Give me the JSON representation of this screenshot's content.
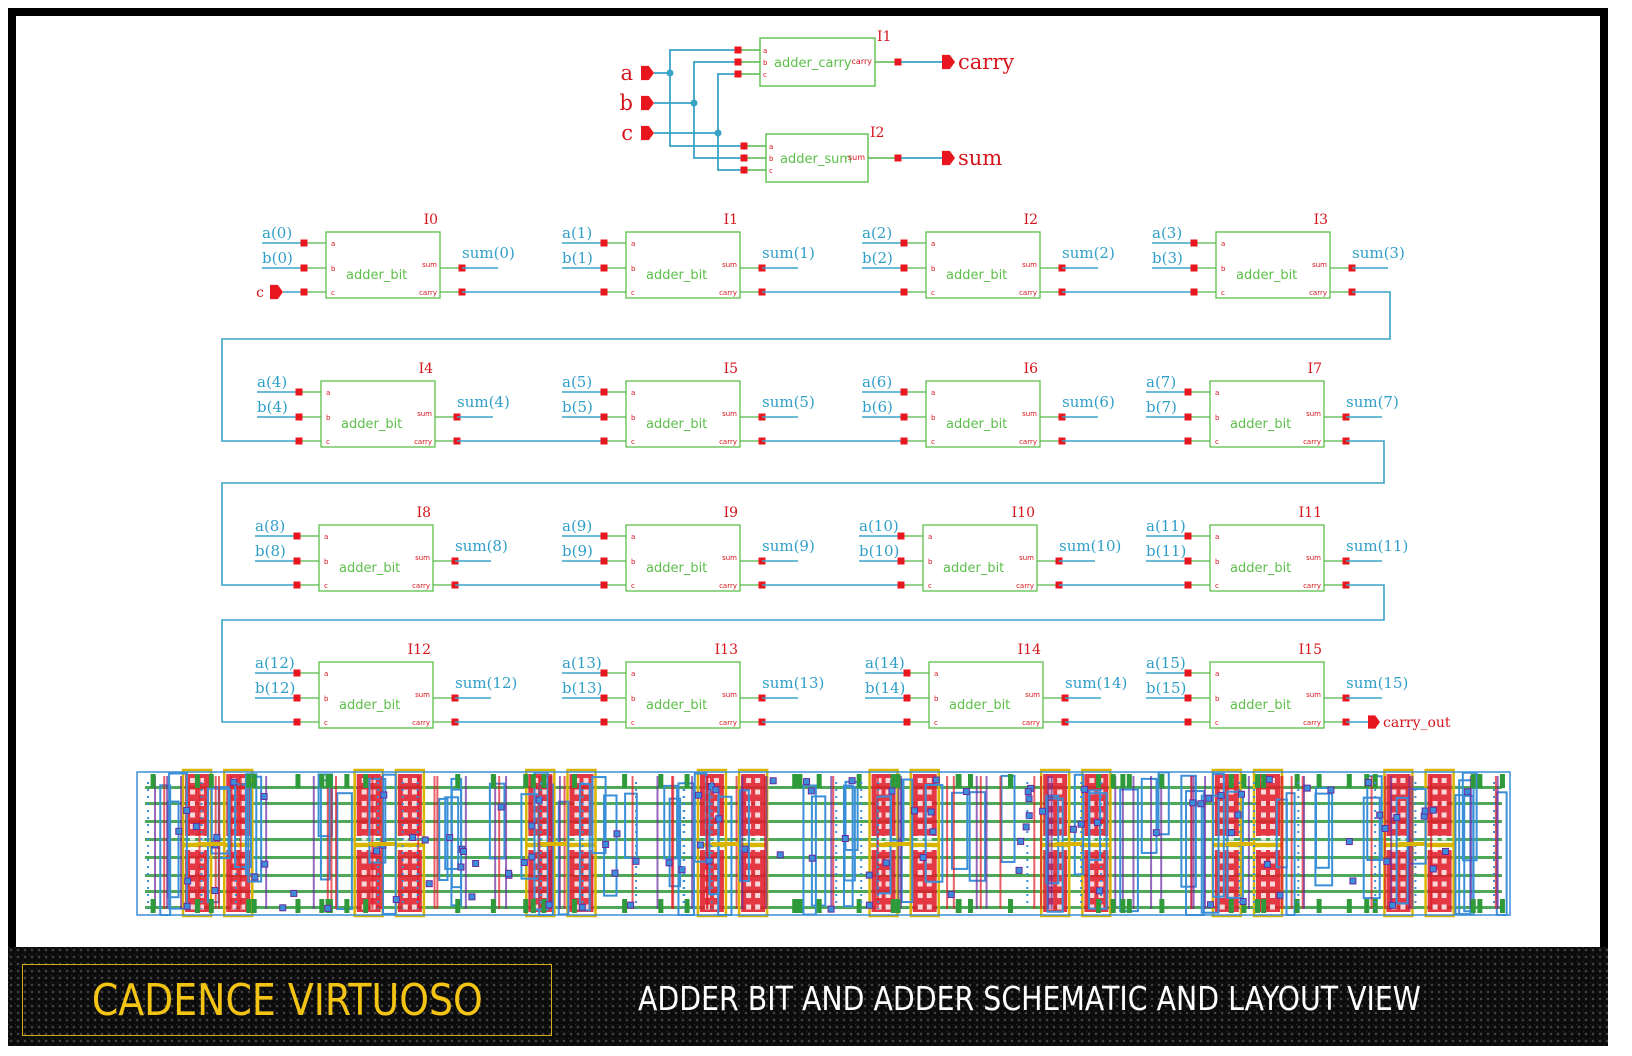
{
  "colors": {
    "wire": "#3aa3c8",
    "pin_wire": "#55b84a",
    "box": "#5cbf4a",
    "pin_marker": "#e8161e",
    "instance_label": "#d6141c",
    "net_label": "#2f9fc9",
    "port": "#e8161e",
    "banner_gold": "#f4c414",
    "banner_text": "#ffffff"
  },
  "top_schematic": {
    "inputs": [
      "a",
      "b",
      "c"
    ],
    "outputs": [
      "carry",
      "sum"
    ],
    "instances": [
      {
        "name": "I1",
        "cell": "adder_carry",
        "pins_in": [
          "a",
          "b",
          "c"
        ],
        "pin_out": "carry"
      },
      {
        "name": "I2",
        "cell": "adder_sum",
        "pins_in": [
          "a",
          "b",
          "c"
        ],
        "pin_out": "sum"
      }
    ]
  },
  "adder_schematic": {
    "cell": "adder_bit",
    "pin_labels": {
      "a": "a",
      "b": "b",
      "c": "c",
      "sum": "sum",
      "carry": "carry"
    },
    "carry_in_label": "c",
    "carry_out_label": "carry_out",
    "bits": [
      {
        "inst": "I0",
        "a": "a(0)",
        "b": "b(0)",
        "sum": "sum(0)"
      },
      {
        "inst": "I1",
        "a": "a(1)",
        "b": "b(1)",
        "sum": "sum(1)"
      },
      {
        "inst": "I2",
        "a": "a(2)",
        "b": "b(2)",
        "sum": "sum(2)"
      },
      {
        "inst": "I3",
        "a": "a(3)",
        "b": "b(3)",
        "sum": "sum(3)"
      },
      {
        "inst": "I4",
        "a": "a(4)",
        "b": "b(4)",
        "sum": "sum(4)"
      },
      {
        "inst": "I5",
        "a": "a(5)",
        "b": "b(5)",
        "sum": "sum(5)"
      },
      {
        "inst": "I6",
        "a": "a(6)",
        "b": "b(6)",
        "sum": "sum(6)"
      },
      {
        "inst": "I7",
        "a": "a(7)",
        "b": "b(7)",
        "sum": "sum(7)"
      },
      {
        "inst": "I8",
        "a": "a(8)",
        "b": "b(8)",
        "sum": "sum(8)"
      },
      {
        "inst": "I9",
        "a": "a(9)",
        "b": "b(9)",
        "sum": "sum(9)"
      },
      {
        "inst": "I10",
        "a": "a(10)",
        "b": "b(10)",
        "sum": "sum(10)"
      },
      {
        "inst": "I11",
        "a": "a(11)",
        "b": "b(11)",
        "sum": "sum(11)"
      },
      {
        "inst": "I12",
        "a": "a(12)",
        "b": "b(12)",
        "sum": "sum(12)"
      },
      {
        "inst": "I13",
        "a": "a(13)",
        "b": "b(13)",
        "sum": "sum(13)"
      },
      {
        "inst": "I14",
        "a": "a(14)",
        "b": "b(14)",
        "sum": "sum(14)"
      },
      {
        "inst": "I15",
        "a": "a(15)",
        "b": "b(15)",
        "sum": "sum(15)"
      }
    ]
  },
  "layout_view": {
    "description": "adder layout",
    "cells": 8,
    "layer_colors": {
      "metal1": "#3a8fd8",
      "metal2": "#2e9a3a",
      "poly": "#e01c2a",
      "diff": "#d9b400",
      "contact": "#6a2aa0"
    }
  },
  "banner": {
    "brand": "CADENCE VIRTUOSO",
    "subtitle": "ADDER BIT AND ADDER SCHEMATIC AND LAYOUT VIEW"
  }
}
